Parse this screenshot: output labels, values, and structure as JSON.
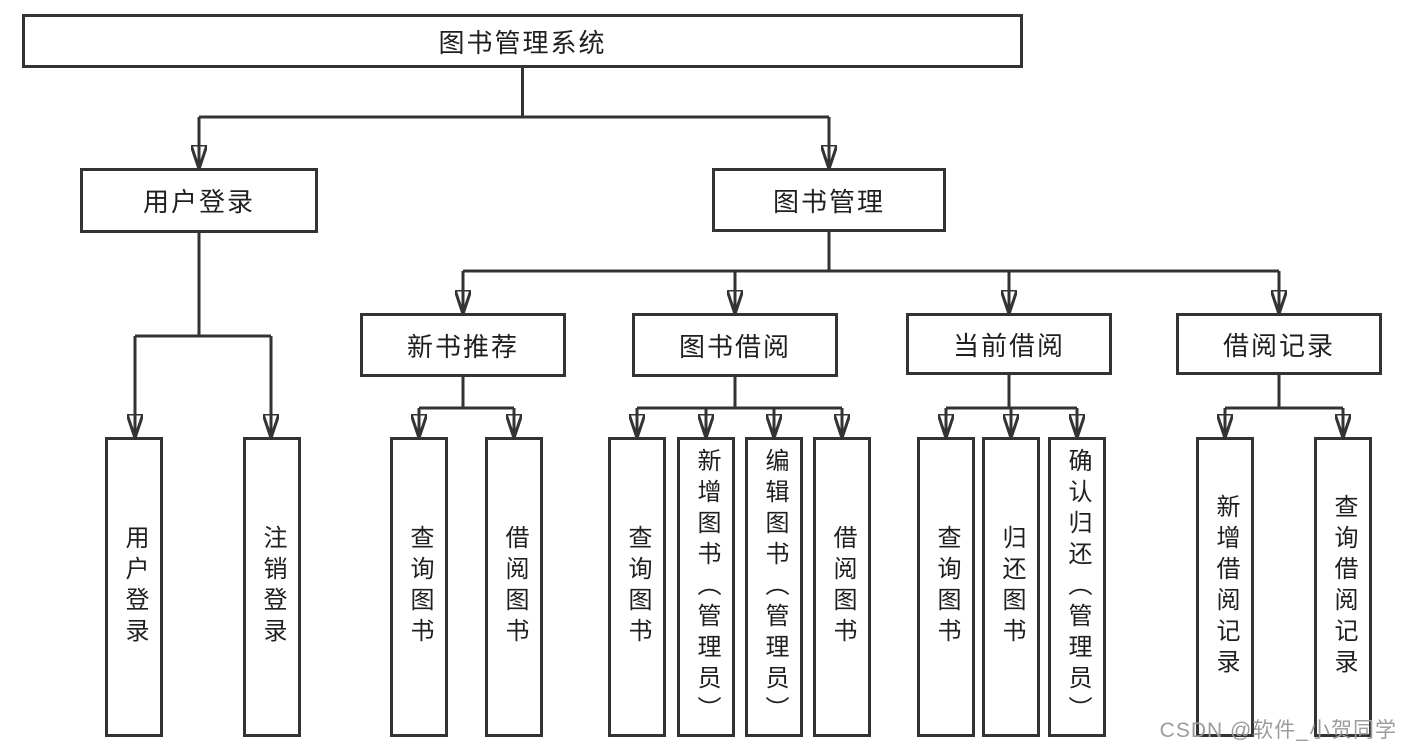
{
  "tree": {
    "label": "图书管理系统",
    "children": [
      {
        "label": "用户登录",
        "children": [
          {
            "label": "用户登录"
          },
          {
            "label": "注销登录"
          }
        ]
      },
      {
        "label": "图书管理",
        "children": [
          {
            "label": "新书推荐",
            "children": [
              {
                "label": "查询图书"
              },
              {
                "label": "借阅图书"
              }
            ]
          },
          {
            "label": "图书借阅",
            "children": [
              {
                "label": "查询图书"
              },
              {
                "label": "新增图书（管理员）"
              },
              {
                "label": "编辑图书（管理员）"
              },
              {
                "label": "借阅图书"
              }
            ]
          },
          {
            "label": "当前借阅",
            "children": [
              {
                "label": "查询图书"
              },
              {
                "label": "归还图书"
              },
              {
                "label": "确认归还（管理员）"
              }
            ]
          },
          {
            "label": "借阅记录",
            "children": [
              {
                "label": "新增借阅记录"
              },
              {
                "label": "查询借阅记录"
              }
            ]
          }
        ]
      }
    ]
  },
  "watermark": {
    "text": "CSDN @软件_小贺同学"
  },
  "colors": {
    "line": "#333333",
    "text": "#1f1f1f",
    "box_fill": "#ffffff",
    "background": "#ffffff",
    "watermark": "#9c9c9c"
  }
}
